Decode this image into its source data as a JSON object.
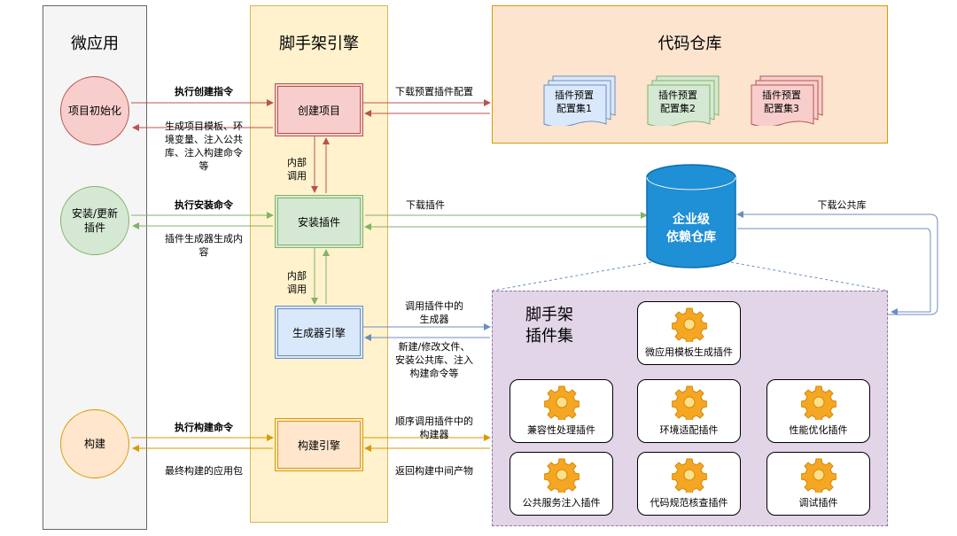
{
  "lanes": {
    "micro_app": "微应用",
    "scaffold_engine": "脚手架引擎",
    "code_repo": "代码仓库"
  },
  "nodes": {
    "project_init": "项目初始化",
    "install_update": "安装/更新插件",
    "build": "构建",
    "create_project": "创建项目",
    "install_plugin": "安装插件",
    "generator_engine": "生成器引擎",
    "build_engine": "构建引擎",
    "repo": "企业级依赖仓库"
  },
  "repo_lines": [
    "企业级",
    "依赖仓库"
  ],
  "docs": [
    {
      "line1": "插件预置",
      "line2": "配置集1",
      "fill": "#dae8fc",
      "stroke": "#6c8ebf"
    },
    {
      "line1": "插件预置",
      "line2": "配置集2",
      "fill": "#d5e8d4",
      "stroke": "#82b366"
    },
    {
      "line1": "插件预置",
      "line2": "配置集3",
      "fill": "#f8cecc",
      "stroke": "#b85450"
    }
  ],
  "plugin_set": {
    "title_line1": "脚手架",
    "title_line2": "插件集",
    "plugins": [
      "微应用模板生成插件",
      "兼容性处理插件",
      "环境适配插件",
      "性能优化插件",
      "公共服务注入插件",
      "代码规范核查插件",
      "调试插件"
    ]
  },
  "labels": {
    "exec_create": "执行创建指令",
    "gen_template": [
      "生成项目模板、环",
      "境变量、注入公共",
      "库、注入构建命令",
      "等"
    ],
    "internal_call_1": [
      "内部",
      "调用"
    ],
    "internal_call_2": [
      "内部",
      "调用"
    ],
    "exec_install": "执行安装命令",
    "plugin_gen": [
      "插件生成器生成内",
      "容"
    ],
    "exec_build": "执行构建命令",
    "final_pkg": "最终构建的应用包",
    "download_preset": "下载预置插件配置",
    "download_plugin": "下载插件",
    "download_public": "下载公共库",
    "call_generator": [
      "调用插件中的",
      "生成器"
    ],
    "new_modify": [
      "新建/修改文件、",
      "安装公共库、注入",
      "构建命令等"
    ],
    "seq_call_builder": [
      "顺序调用插件中的",
      "构建器"
    ],
    "return_artifacts": "返回构建中间产物"
  },
  "colors": {
    "red_fill": "#f8cecc",
    "red_stroke": "#b85450",
    "green_fill": "#d5e8d4",
    "green_stroke": "#82b366",
    "blue_fill": "#dae8fc",
    "blue_stroke": "#6c8ebf",
    "orange_fill": "#ffe6cc",
    "orange_stroke": "#d79b00",
    "lane_gray": "#f5f5f5",
    "lane_yellow": "#fff2cc",
    "lane_orange": "#fce4cf",
    "plugin_lane": "#e1d5e7",
    "repo_blue": "#1f8fd6"
  }
}
